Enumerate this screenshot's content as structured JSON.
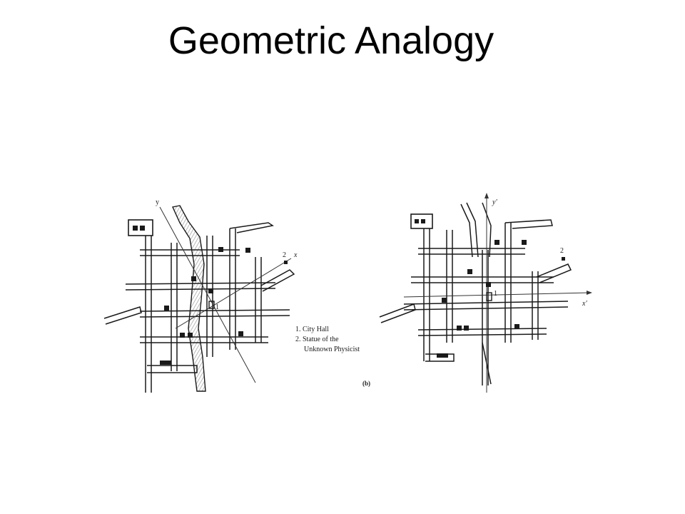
{
  "slide": {
    "title": "Geometric Analogy"
  },
  "map_a": {
    "axis_x_label": "x",
    "axis_y_label": "y",
    "marker_1": "1",
    "marker_2": "2"
  },
  "map_b": {
    "axis_x_label": "x'",
    "axis_y_label": "y'",
    "marker_1": "1",
    "marker_2": "2"
  },
  "legend": {
    "item_1": "1.  City Hall",
    "item_2": "2.  Statue of the",
    "item_2_cont": "Unknown Physicist"
  },
  "figure_label": "(b)",
  "colors": {
    "ink": "#1a1a1a",
    "river": "#b5b5b5",
    "paper": "#ffffff"
  }
}
